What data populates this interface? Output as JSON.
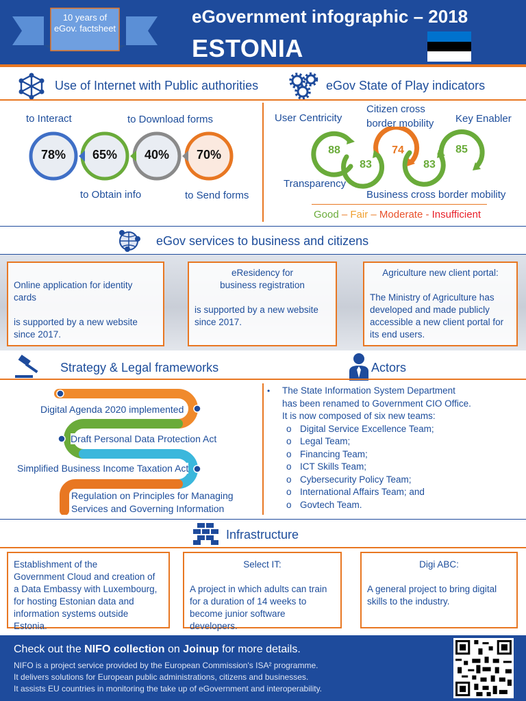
{
  "header": {
    "ribbon_line1": "10 years of",
    "ribbon_line2": "eGov. factsheet",
    "title": "eGovernment infographic – 2018",
    "country": "ESTONIA",
    "flag_colors": [
      "#0072ce",
      "#000000",
      "#ffffff"
    ]
  },
  "internet_use": {
    "title": "Use of Internet with Public authorities",
    "items": [
      {
        "label": "to Interact",
        "value": "78%",
        "color": "#3f6fc6"
      },
      {
        "label": "to Obtain info",
        "value": "65%",
        "color": "#6aab3a"
      },
      {
        "label": "to Download forms",
        "value": "40%",
        "color": "#8a8a8a"
      },
      {
        "label": "to Send forms",
        "value": "70%",
        "color": "#e87722"
      }
    ]
  },
  "state_of_play": {
    "title": "eGov State of Play indicators",
    "indicators": [
      {
        "label": "User Centricity",
        "value": "88",
        "color": "#6aab3a"
      },
      {
        "label": "Transparency",
        "value": "83",
        "color": "#6aab3a"
      },
      {
        "label": "Citizen cross border mobility",
        "value": "74",
        "color": "#e87722"
      },
      {
        "label": "Business cross border mobility",
        "value": "83",
        "color": "#6aab3a"
      },
      {
        "label": "Key Enabler",
        "value": "85",
        "color": "#6aab3a"
      }
    ],
    "citizen_line1": "Citizen cross",
    "citizen_line2": "border mobility",
    "legend": [
      {
        "text": "Good",
        "color": "#6aab3a"
      },
      {
        "text": " – ",
        "color": "#e87722"
      },
      {
        "text": "Fair",
        "color": "#f0a030"
      },
      {
        "text": " – ",
        "color": "#e87722"
      },
      {
        "text": "Moderate",
        "color": "#e8502a"
      },
      {
        "text": " - ",
        "color": "#e8502a"
      },
      {
        "text": "Insufficient",
        "color": "#e8202a"
      }
    ]
  },
  "services": {
    "title": "eGov services to business and citizens",
    "boxes": [
      {
        "title": "Online application for identity cards",
        "body": "is supported by a new website since 2017."
      },
      {
        "title1": "eResidency for",
        "title2": "business registration",
        "body": "is supported by a new website since 2017."
      },
      {
        "title": "Agriculture new client portal:",
        "body": "The Ministry of Agriculture has developed and made publicly accessible a new client portal for its end users."
      }
    ]
  },
  "strategy": {
    "title": "Strategy & Legal frameworks",
    "items": [
      "Digital Agenda 2020 implemented",
      "Draft Personal Data Protection Act",
      "Simplified Business Income Taxation Act",
      "Regulation on Principles for Managing",
      "Services and Governing Information"
    ]
  },
  "actors": {
    "title": "Actors",
    "intro1": "The State Information System Department",
    "intro2": "has been renamed to Government CIO Office.",
    "intro3": "It is now composed of six new teams:",
    "teams": [
      "Digital Service Excellence Team;",
      "Legal Team;",
      "Financing Team;",
      "ICT Skills Team;",
      "Cybersecurity Policy Team;",
      "International Affairs Team; and",
      "Govtech Team."
    ]
  },
  "infrastructure": {
    "title": "Infrastructure",
    "box1": [
      "Establishment of the",
      "Government Cloud and creation of",
      "a Data Embassy with Luxembourg,",
      "for hosting Estonian data and",
      "information systems outside Estonia."
    ],
    "box2_title": "Select IT:",
    "box2": [
      "A project in which adults can train",
      "for a duration of 14 weeks to",
      "become junior software developers."
    ],
    "box3_title": "Digi ABC:",
    "box3": [
      "A general project to bring digital",
      "skills to the industry."
    ]
  },
  "footer": {
    "check_pre": "Check out the ",
    "nifo": "NIFO collection",
    "on": " on ",
    "joinup": "Joinup",
    "check_post": " for more details.",
    "line1": "NIFO is a project service provided by the European Commission's ISA² programme.",
    "line2": "It delivers solutions for European public administrations, citizens and businesses.",
    "line3": "It assists EU countries in monitoring the take up of eGovernment and interoperability."
  }
}
